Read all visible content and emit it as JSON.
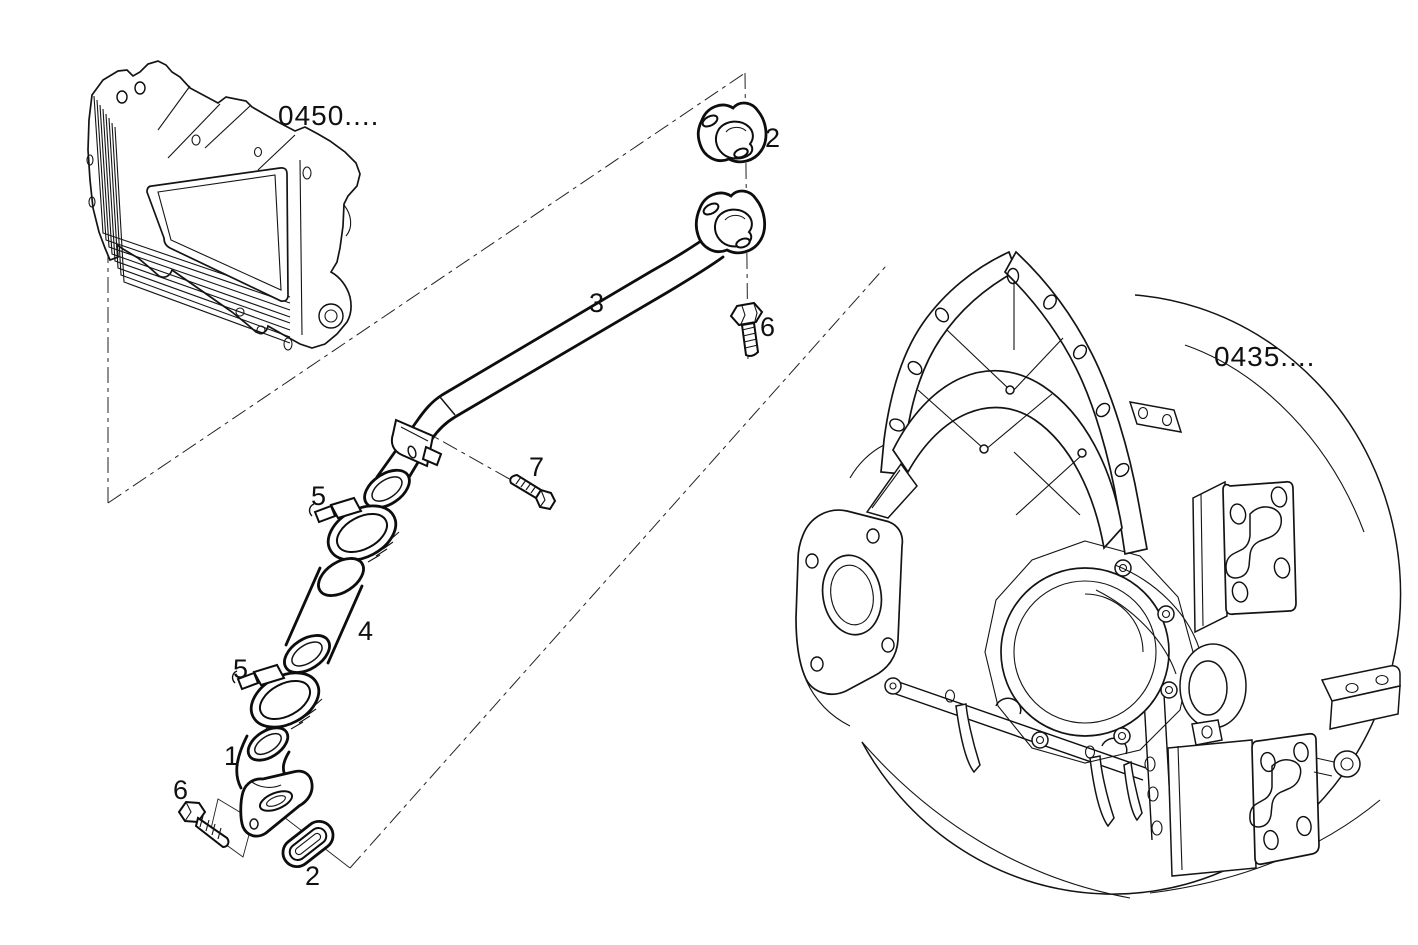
{
  "diagram": {
    "background": "#ffffff",
    "line_color": "#141414",
    "references": {
      "oil_cooler": "0450....",
      "flywheel_housing": "0435...."
    },
    "callouts": {
      "elbow_pipe": "1",
      "gasket_top": "2",
      "gasket_bottom": "2",
      "water_return_pipe": "3",
      "hose": "4",
      "clamp_upper": "5",
      "clamp_lower": "5",
      "bolt_top": "6",
      "bolt_bottom": "6",
      "screw": "7"
    }
  }
}
